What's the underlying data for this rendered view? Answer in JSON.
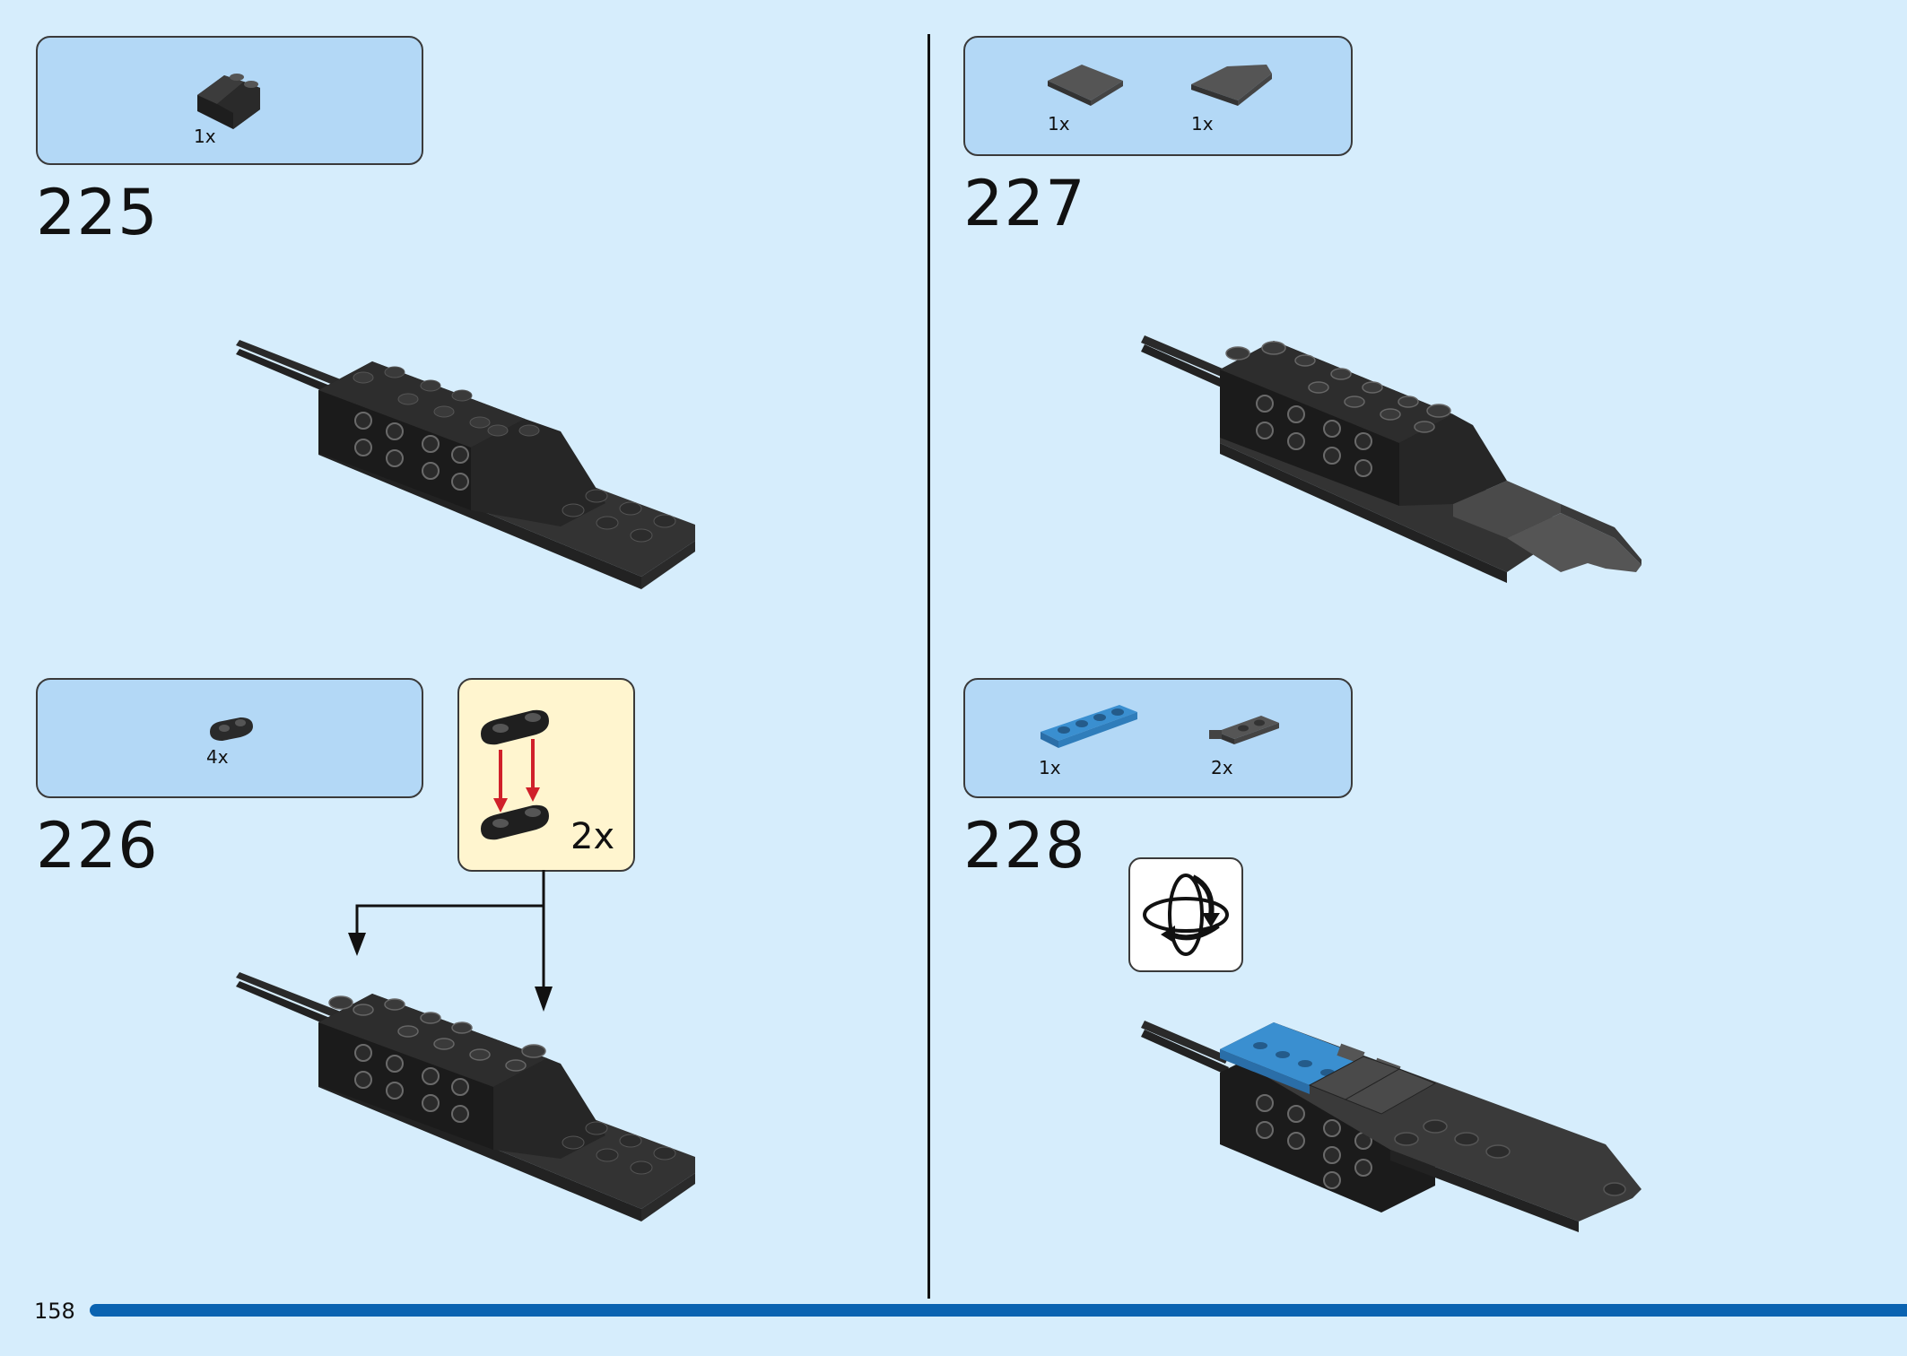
{
  "page": {
    "number": "158"
  },
  "steps": [
    {
      "number": "225",
      "parts": [
        {
          "qty": "1x",
          "name": "slope-brick"
        }
      ]
    },
    {
      "number": "226",
      "parts": [
        {
          "qty": "4x",
          "name": "plate-1x2-rounded"
        }
      ],
      "subassembly": {
        "qty": "2x"
      }
    },
    {
      "number": "227",
      "parts": [
        {
          "qty": "1x",
          "name": "tile"
        },
        {
          "qty": "1x",
          "name": "wedge-tile"
        }
      ]
    },
    {
      "number": "228",
      "parts": [
        {
          "qty": "1x",
          "name": "blue-plate-1x4"
        },
        {
          "qty": "2x",
          "name": "clip-plate"
        }
      ]
    }
  ],
  "colors": {
    "background": "#d6edfc",
    "parts_box": "#b3d8f6",
    "sub_box": "#fff5cf",
    "accent": "#0a63b1",
    "arrow_red": "#d0202a",
    "brick": "#1e1e1e",
    "blue_part": "#3a8fd0"
  }
}
